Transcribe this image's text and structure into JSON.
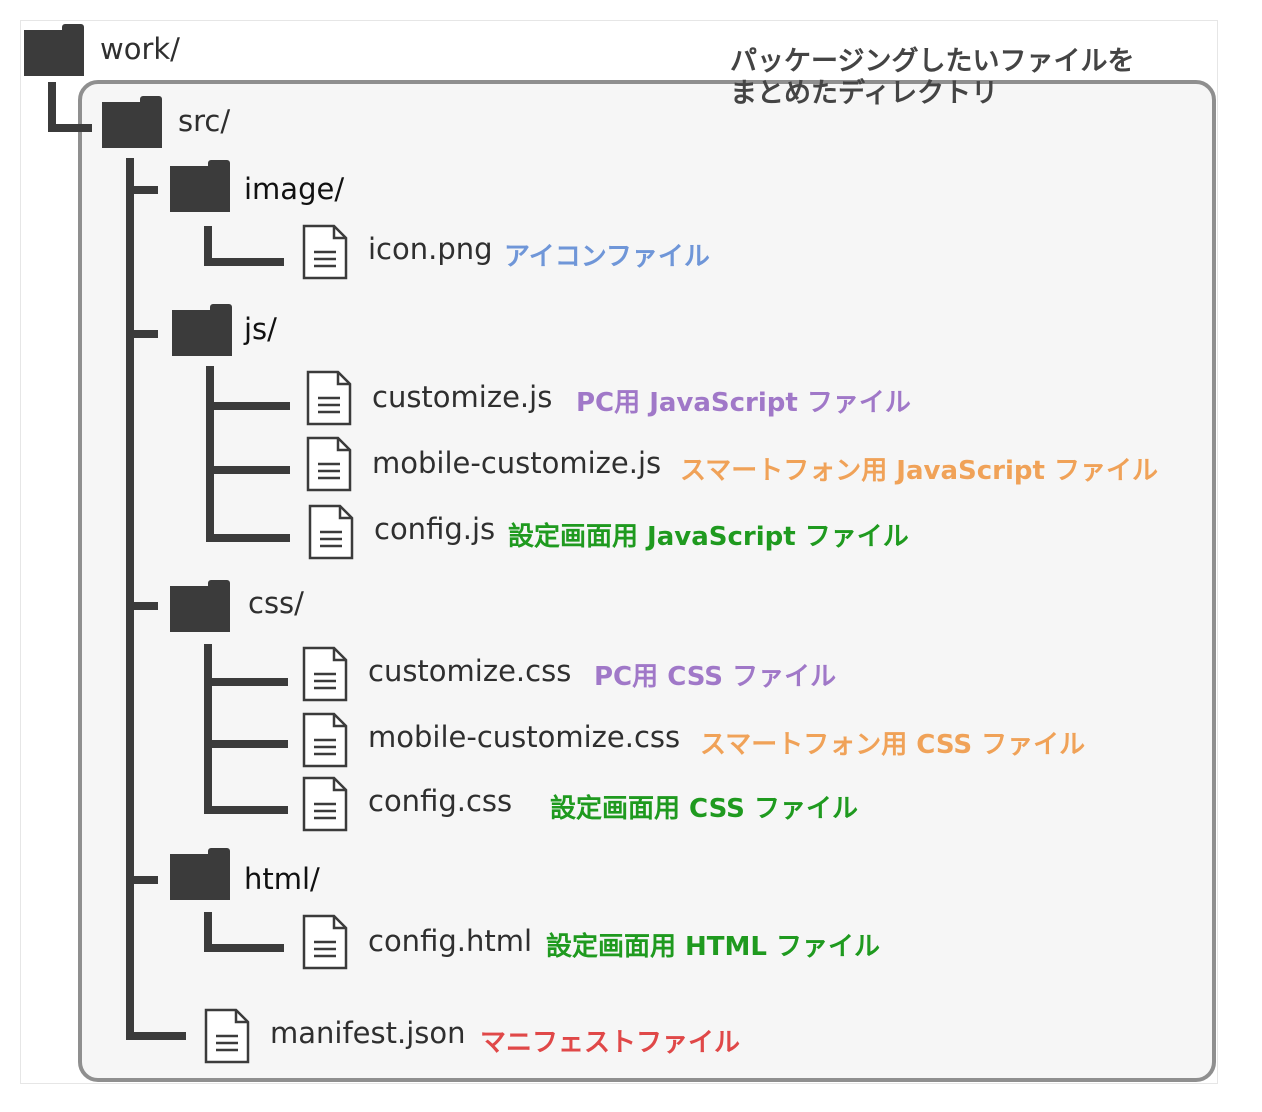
{
  "caption": {
    "line1": "パッケージングしたいファイルを",
    "line2": "まとめたディレクトリ"
  },
  "colors": {
    "tree_line": "#3b3b3b",
    "box_border": "#8f8f8f",
    "box_fill": "#f6f6f6",
    "image": "#6f96d8",
    "pc": "#a078c8",
    "mobile": "#f0a258",
    "config": "#1f9a1f",
    "manifest": "#e04848"
  },
  "tree": {
    "root": {
      "name": "work/",
      "icon": "folder-icon"
    },
    "src": {
      "name": "src/",
      "icon": "folder-icon"
    },
    "image": {
      "name": "image/",
      "icon": "folder-icon",
      "files": [
        {
          "name": "icon.png",
          "note": "アイコンファイル",
          "icon": "file-icon"
        }
      ]
    },
    "js": {
      "name": "js/",
      "icon": "folder-icon",
      "files": [
        {
          "name": "customize.js",
          "note": "PC用 JavaScript ファイル",
          "icon": "file-icon"
        },
        {
          "name": "mobile-customize.js",
          "note": "スマートフォン用 JavaScript ファイル",
          "icon": "file-icon"
        },
        {
          "name": "config.js",
          "note": "設定画面用 JavaScript ファイル",
          "icon": "file-icon"
        }
      ]
    },
    "css": {
      "name": "css/",
      "icon": "folder-icon",
      "files": [
        {
          "name": "customize.css",
          "note": "PC用 CSS ファイル",
          "icon": "file-icon"
        },
        {
          "name": "mobile-customize.css",
          "note": "スマートフォン用 CSS ファイル",
          "icon": "file-icon"
        },
        {
          "name": "config.css",
          "note": "設定画面用 CSS ファイル",
          "icon": "file-icon"
        }
      ]
    },
    "html": {
      "name": "html/",
      "icon": "folder-icon",
      "files": [
        {
          "name": "config.html",
          "note": "設定画面用 HTML ファイル",
          "icon": "file-icon"
        }
      ]
    },
    "manifest": {
      "name": "manifest.json",
      "note": "マニフェストファイル",
      "icon": "file-icon"
    }
  }
}
